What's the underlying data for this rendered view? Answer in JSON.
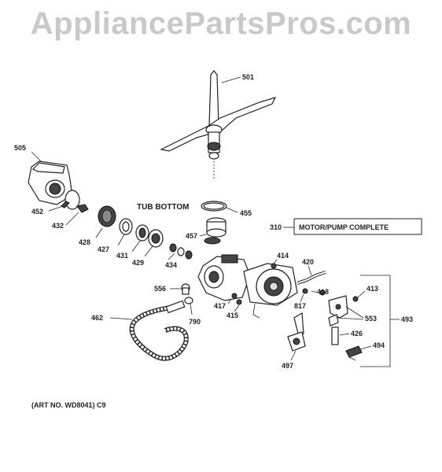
{
  "watermark": "AppliancePartsPros.com",
  "headings": {
    "tub_bottom": "TUB BOTTOM",
    "motor_pump_number": "310",
    "motor_pump_label": "MOTOR/PUMP COMPLETE"
  },
  "art_number": "(ART NO. WD8041) C9",
  "parts": {
    "p501": "501",
    "p505": "505",
    "p452": "452",
    "p432": "432",
    "p428": "428",
    "p427": "427",
    "p431": "431",
    "p429": "429",
    "p434": "434",
    "p455": "455",
    "p457": "457",
    "p414": "414",
    "p420": "420",
    "p418": "418",
    "p413": "413",
    "p553": "553",
    "p493": "493",
    "p426": "426",
    "p494": "494",
    "p497": "497",
    "p817": "817",
    "p415": "415",
    "p417": "417",
    "p556": "556",
    "p790": "790",
    "p462": "462"
  }
}
